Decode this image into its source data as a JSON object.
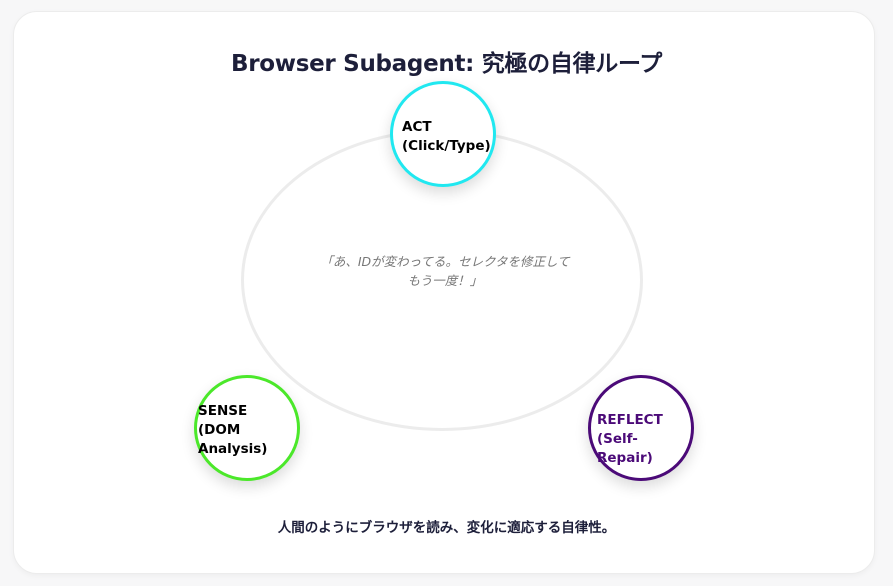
{
  "title": "Browser Subagent: 究極の自律ループ",
  "center_quote": "「あ、IDが変わってる。セレクタを修正してもう一度！」",
  "nodes": [
    {
      "id": "act",
      "label": "ACT\n(Click/Type)",
      "color": "#20e8f0",
      "text_color": "#000000"
    },
    {
      "id": "sense",
      "label": "SENSE\n(DOM\nAnalysis)",
      "color": "#4be82a",
      "text_color": "#000000"
    },
    {
      "id": "reflect",
      "label": "REFLECT\n(Self-Repair)",
      "color": "#4b0a78",
      "text_color": "#4b0a78"
    }
  ],
  "footer": "人間のようにブラウザを読み、変化に適応する自律性。"
}
